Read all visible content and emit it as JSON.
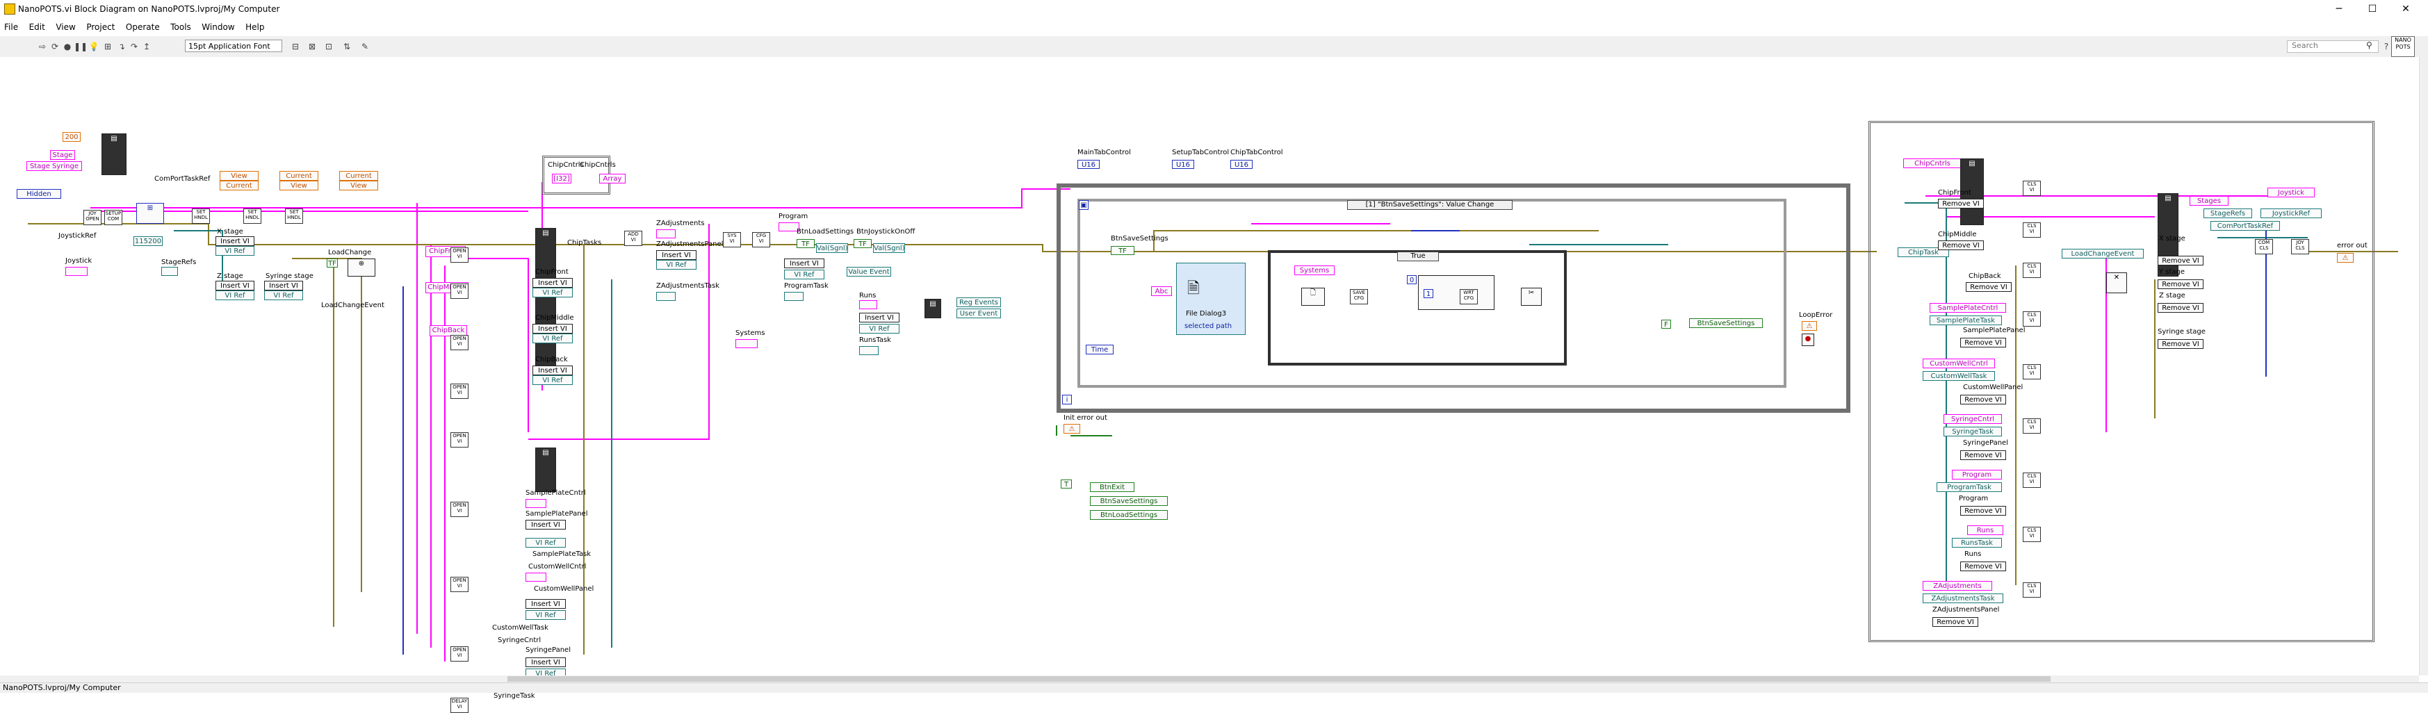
{
  "window": {
    "title": "NanoPOTS.vi Block Diagram on NanoPOTS.lvproj/My Computer",
    "minimize": "─",
    "maximize": "☐",
    "close": "✕"
  },
  "menu": [
    "File",
    "Edit",
    "View",
    "Project",
    "Operate",
    "Tools",
    "Window",
    "Help"
  ],
  "toolbar": {
    "font": "15pt Application Font",
    "search_placeholder": "Search",
    "search_icon": "magnifier-icon"
  },
  "diagram": {
    "left": {
      "const_200": "200",
      "stage": "Stage",
      "stage_syringe": "Stage Syringe",
      "hidden": "Hidden",
      "joystick_ref": "JoystickRef",
      "joystick": "Joystick",
      "comport_task_ref": "ComPortTaskRef",
      "x_stage": "X stage",
      "z_stage": "Z stage",
      "syringe_stage": "Syringe stage",
      "stage_refs": "StageRefs",
      "const_115200": "115200",
      "insert_vi": "Insert VI",
      "vi_ref": "VI Ref",
      "view": "View",
      "current": "Current",
      "load_change": "LoadChange",
      "load_change_event": "LoadChangeEvent"
    },
    "chips": {
      "chip_front": "ChipFront",
      "chip_middle": "ChipMiddle",
      "chip_back": "ChipBack",
      "chip_tasks": "ChipTasks",
      "chip_cntrls": "ChipCntrls",
      "chip_cntrls2": "ChipCntrls",
      "array": "Array"
    },
    "mid": {
      "z_adjustments": "ZAdjustments",
      "z_adjustments_panel": "ZAdjustmentsPanel",
      "z_adjustments_task": "ZAdjustmentsTask",
      "systems": "Systems",
      "program": "Program",
      "program_task": "ProgramTask",
      "runs": "Runs",
      "runs_task": "RunsTask",
      "sample_plate_cntrl": "SamplePlateCntrl",
      "sample_plate_panel": "SamplePlatePanel",
      "sample_plate_task": "SamplePlateTask",
      "custom_well_cntrl": "CustomWellCntrl",
      "custom_well_panel": "CustomWellPanel",
      "custom_well_task": "CustomWellTask",
      "syringe_cntrl": "SyringeCntrl",
      "syringe_panel": "SyringePanel",
      "syringe_task": "SyringeTask",
      "btn_load_settings": "BtnLoadSettings",
      "btn_joystick_onoff": "BtnJoystickOnOff",
      "val_sgnl": "Val(Sgnl)",
      "value_event": "Value Event",
      "reg_events": "Reg Events",
      "user_event": "User Event"
    },
    "center": {
      "main_tab_control": "MainTabControl",
      "setup_tab_control": "SetupTabControl",
      "chip_tab_control": "ChipTabControl",
      "event_case": "[1] \"BtnSaveSettings\": Value Change",
      "btn_save_settings": "BtnSaveSettings",
      "file_dialog": "File Dialog3",
      "selected_path": "selected path",
      "time": "Time",
      "true_case": "True",
      "systems": "Systems",
      "btn_save_settings_local": "BtnSaveSettings",
      "loop_error": "LoopError",
      "init_error_out": "Init error out",
      "btn_exit": "BtnExit",
      "btn_save_settings2": "BtnSaveSettings",
      "btn_load_settings2": "BtnLoadSettings"
    },
    "right": {
      "chip_cntrls": "ChipCntrls",
      "chip_task": "ChipTask",
      "chip_front": "ChipFront",
      "chip_middle": "ChipMiddle",
      "chip_back": "ChipBack",
      "remove_vi": "Remove VI",
      "sample_plate_cntrl": "SamplePlateCntrl",
      "sample_plate_task": "SamplePlateTask",
      "sample_plate_panel": "SamplePlatePanel",
      "custom_well_cntrl": "CustomWellCntrl",
      "custom_well_task": "CustomWellTask",
      "custom_well_panel": "CustomWellPanel",
      "syringe_cntrl": "SyringeCntrl",
      "syringe_task": "SyringeTask",
      "syringe_panel": "SyringePanel",
      "program": "Program",
      "program_task": "ProgramTask",
      "program_label": "Program",
      "runs": "Runs",
      "runs_task": "RunsTask",
      "runs_label": "Runs",
      "z_adjustments": "ZAdjustments",
      "z_adjustments_task": "ZAdjustmentsTask",
      "z_adjustments_panel": "ZAdjustmentsPanel",
      "load_change_event": "LoadChangeEvent",
      "stages": "Stages",
      "stage_refs": "StageRefs",
      "comport_task_ref": "ComPortTaskRef",
      "joystick": "Joystick",
      "joystick_ref": "JoystickRef",
      "x_stage": "X stage",
      "y_stage": "Y stage",
      "z_stage": "Z stage",
      "syringe_stage": "Syringe stage",
      "error_out": "error out"
    }
  },
  "status": "NanoPOTS.lvproj/My Computer",
  "colors": {
    "wire_pink": "#ff00ff",
    "wire_olive": "#8a7a20",
    "wire_teal": "#1a7a7a",
    "wire_green": "#208020",
    "wire_blue": "#2030c0",
    "struct_gray": "#707070"
  }
}
